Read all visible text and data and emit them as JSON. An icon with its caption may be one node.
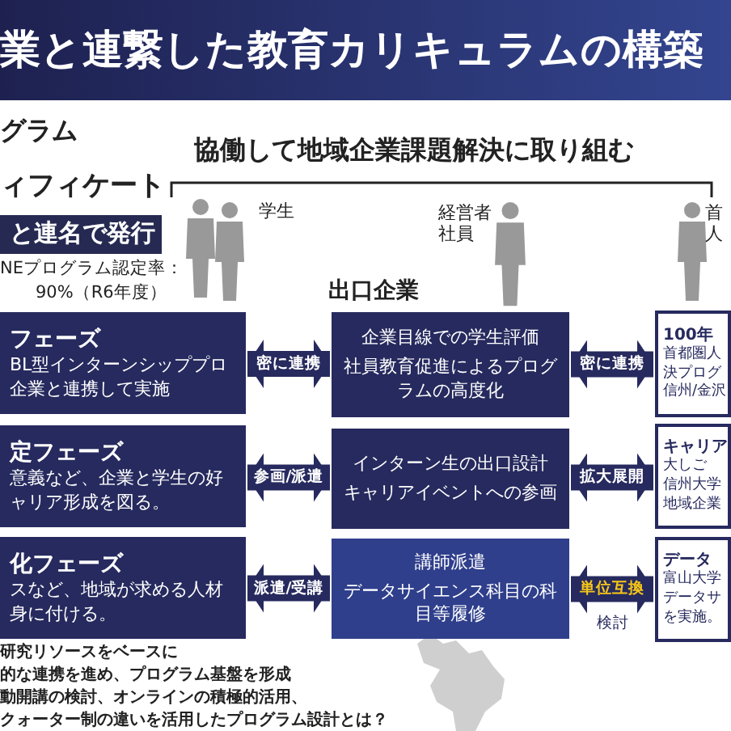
{
  "diagram": {
    "title": "業と連繋した教育カリキュラムの構築",
    "nodes": [
      {
        "text": [
          "と連名で発行"
        ]
      },
      {
        "text": [
          "フェーズ",
          "BL型インターンシッププロ企業と連携して実施"
        ]
      },
      {
        "text": [
          "定フェーズ",
          "意義など、企業と学生の好ャリア形成を図る。"
        ]
      },
      {
        "text": [
          "化フェーズ",
          "スなど、地域が求める人材身に付ける。"
        ]
      },
      {
        "text": [
          "企業目線での学生評価",
          "社員教育促進によるプログラムの高度化"
        ]
      },
      {
        "text": [
          "インターン生の出口設計",
          "キャリアイベントへの参画"
        ]
      },
      {
        "text": [
          "講師派遣",
          "データサイエンス科目の科目等履修"
        ]
      },
      {
        "text": [
          "100年",
          "首都圏人決プログ",
          "信州/金沢"
        ]
      },
      {
        "text": [
          "キャリア",
          "大しご",
          "信州大学地域企業"
        ]
      },
      {
        "text": [
          "データ",
          "富山大学データサを実施。"
        ]
      }
    ],
    "edges": [
      {
        "from": 1,
        "to": 4,
        "arrow": "both",
        "label": "密に連携"
      },
      {
        "from": 2,
        "to": 5,
        "arrow": "both",
        "label": "参画/派遣"
      },
      {
        "from": 3,
        "to": 6,
        "arrow": "both",
        "label": "派遣/受講"
      },
      {
        "from": 4,
        "to": 7,
        "arrow": "both",
        "label": "密に連携"
      },
      {
        "from": 5,
        "to": 8,
        "arrow": "both",
        "label": "拡大展開"
      },
      {
        "from": 6,
        "to": 9,
        "arrow": "both",
        "label": "単位互換"
      }
    ],
    "labels": [
      "グラム",
      "ィフィケート",
      "NEプログラム認定率：",
      "90%（R6年度）",
      "協働して地域企業課題解決に取り組む",
      "学生",
      "経営者社員",
      "首人",
      "出口企業",
      "検討",
      "研究リソースをベースに",
      "的な連携を進め、プログラム基盤を形成",
      "動開講の検討、オンラインの積極的活用、",
      "クォーター制の違いを活用したプログラム設計とは？"
    ]
  }
}
